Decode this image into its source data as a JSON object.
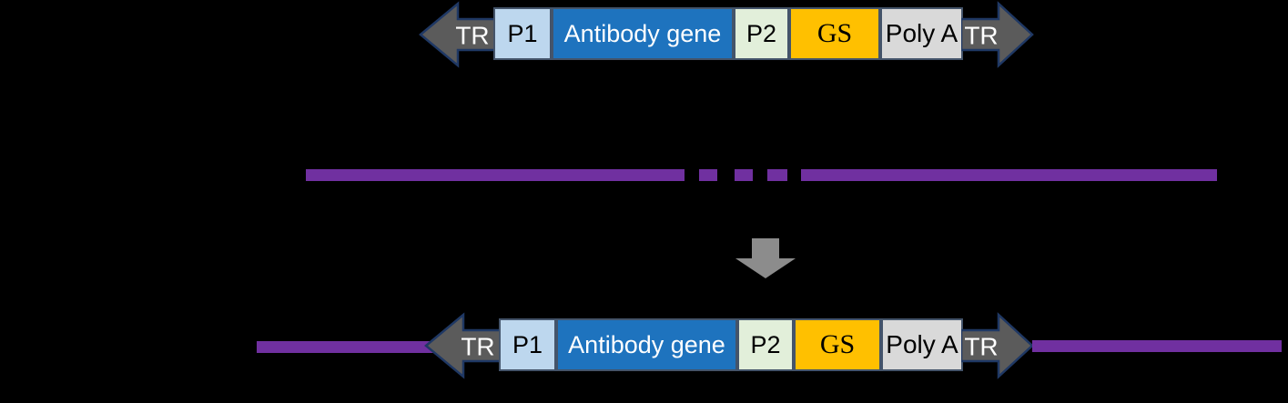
{
  "diagram": {
    "construct": {
      "tr_left": "TR",
      "p1": "P1",
      "antibody_gene": "Antibody gene",
      "p2": "P2",
      "gs": "GS",
      "poly_a": "Poly A",
      "tr_right": "TR"
    },
    "colors": {
      "background": "#000000",
      "chromosome_purple": "#7030A0",
      "tr_arrow_fill": "#5B5B5B",
      "tr_arrow_border": "#1F3864",
      "box_border": "#44546A",
      "p1_fill": "#BDD7EE",
      "antibody_gene_fill": "#1E73BE",
      "p2_fill": "#E2EFDA",
      "gs_fill": "#FFC000",
      "poly_a_fill": "#D9D9D9",
      "down_arrow_fill": "#8C8C8C",
      "label_dark": "#000000",
      "label_light": "#FFFFFF"
    }
  }
}
